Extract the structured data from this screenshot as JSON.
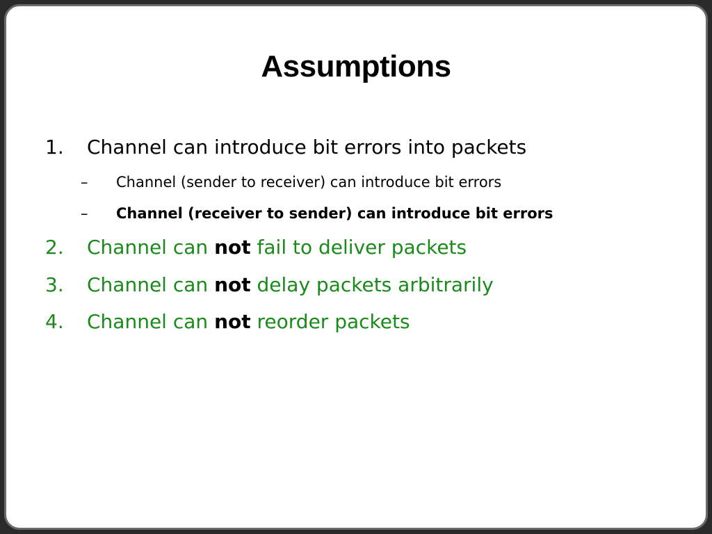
{
  "slide": {
    "title": "Assumptions",
    "items": [
      {
        "number": "1.",
        "text": "Channel can introduce bit errors into packets",
        "subitems": [
          {
            "marker": "–",
            "text": "Channel (sender to receiver) can introduce bit errors"
          },
          {
            "marker": "–",
            "text": "Channel (receiver to sender) can introduce bit errors"
          }
        ]
      },
      {
        "number": "2.",
        "prefix": "Channel can ",
        "emphasis": "not",
        "suffix": " fail to deliver packets"
      },
      {
        "number": "3.",
        "prefix": "Channel can ",
        "emphasis": "not",
        "suffix": " delay packets arbitrarily"
      },
      {
        "number": "4.",
        "prefix": "Channel can ",
        "emphasis": "not",
        "suffix": " reorder packets"
      }
    ],
    "colors": {
      "accent_green": "#1a8a1a",
      "text": "#000000",
      "frame": "#6a6a6a"
    }
  }
}
